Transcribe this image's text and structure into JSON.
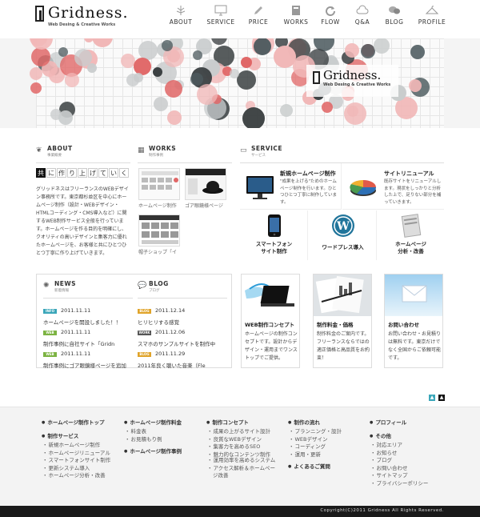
{
  "header": {
    "logo_name": "Gridness.",
    "logo_tagline": "Web Desing & Creative Works",
    "nav": [
      {
        "label": "ABOUT",
        "icon": "tree-icon"
      },
      {
        "label": "SERVICE",
        "icon": "monitor-icon"
      },
      {
        "label": "PRICE",
        "icon": "pencil-icon"
      },
      {
        "label": "WORKS",
        "icon": "book-icon"
      },
      {
        "label": "FLOW",
        "icon": "refresh-icon"
      },
      {
        "label": "Q&A",
        "icon": "cloud-icon"
      },
      {
        "label": "BLOG",
        "icon": "chat-bubbles-icon"
      },
      {
        "label": "PROFILE",
        "icon": "hanger-icon"
      }
    ]
  },
  "hero": {
    "logo_name": "Gridness.",
    "logo_tagline": "Web Desing & Creative Works",
    "colors": {
      "red": "#e06666",
      "pink": "#f1b7b7",
      "slate": "#4d5b5f",
      "gray": "#c9cccd",
      "dark": "#3a3f41"
    }
  },
  "about": {
    "title": "ABOUT",
    "subtitle": "事業概要",
    "catch_chars": [
      "共",
      "に",
      "作",
      "り",
      "上",
      "げ",
      "て",
      "い",
      "く"
    ],
    "text": "グリッドネスはフリーランスのWEBデザイン事務所です。東京都杉並区を中心にホームページ制作（設計・WEBデザイン・HTMLコーディング・CMS導入など）に関するWEB制作サービス全般を行っています。ホームページを作る目的を明確にし、クオリティの高いデザインと集客力に優れたホームページを、お客様と共にひとつひとつ丁寧に作り上げていきます。"
  },
  "works": {
    "title": "WORKS",
    "subtitle": "制作事例",
    "items": [
      {
        "caption": "ホームページ制作"
      },
      {
        "caption": "ゴア眼鏡様ページ"
      },
      {
        "caption": "帽子ショップ「イ"
      }
    ]
  },
  "service": {
    "title": "SERVICE",
    "subtitle": "サービス",
    "primary": [
      {
        "title": "新規ホームページ制作",
        "desc": "\"成果を上げる\"ためのホームページ制作を行います。ひとつひとつ丁寧に制作しています。"
      },
      {
        "title": "サイトリニューアル",
        "desc": "既存サイトをリニューアルします。現状をしっかりと分析した上で、足りない部分を補っていきます。"
      }
    ],
    "secondary": [
      {
        "line1": "スマートフォン",
        "line2": "サイト制作"
      },
      {
        "line1": "ワードプレス導入",
        "line2": ""
      },
      {
        "line1": "ホームページ",
        "line2": "分析・改善"
      }
    ]
  },
  "news": {
    "title": "NEWS",
    "subtitle": "新着情報",
    "items": [
      {
        "badge": "INFO",
        "badge_color": "#3aa6b9",
        "date": "2011.11.11",
        "text": "ホームページを開設しました！！"
      },
      {
        "badge": "WEB",
        "badge_color": "#7cb342",
        "date": "2011.11.11",
        "text": "制作事例に自社サイト「Gridn"
      },
      {
        "badge": "WEB",
        "badge_color": "#7cb342",
        "date": "2011.11.11",
        "text": "制作事例にゴア眼鏡様ページを追加"
      }
    ]
  },
  "blog": {
    "title": "BLOG",
    "subtitle": "ブログ",
    "items": [
      {
        "badge": "BLOG",
        "badge_color": "#e0a42a",
        "date": "2011.12.14",
        "text": "ヒリヒリする感覚"
      },
      {
        "badge": "WORK",
        "badge_color": "#555555",
        "date": "2011.12.06",
        "text": "スマホのサンプルサイトを制作中"
      },
      {
        "badge": "BLOG",
        "badge_color": "#e0a42a",
        "date": "2011.11.29",
        "text": "2011年良く聴いた音楽（Fle"
      }
    ]
  },
  "cards": [
    {
      "title": "WEB制作コンセプト",
      "desc": "ホームページの制作コンセプトです。設計からデザイン・運用までワンストップでご提供。"
    },
    {
      "title": "制作料金・価格",
      "desc": "制作料金のご案内です。フリーランスならではの適正価格と高品質をお約束！"
    },
    {
      "title": "お問い合わせ",
      "desc": "お問い合わせ・お見積りは無料です。東京だけでなく全国からご依頼可能です。"
    }
  ],
  "footer": {
    "col1": {
      "heads": [
        "ホームページ制作トップ",
        "制作サービス"
      ],
      "links": [
        "新規ホームページ制作",
        "ホームページリニューアル",
        "スマートフォンサイト制作",
        "更新システム導入",
        "ホームページ分析・改善"
      ]
    },
    "col2": {
      "heads": [
        "ホームページ制作料金",
        "ホームページ制作事例"
      ],
      "links": [
        "料金表",
        "お見積もり例"
      ]
    },
    "col3": {
      "heads": [
        "制作コンセプト"
      ],
      "links": [
        "成果の上がるサイト設計",
        "良質なWEBデザイン",
        "集客力を高めるSEO",
        "魅力的なコンテンツ制作",
        "運用効率を高めるシステム",
        "アクセス解析＆ホームページ改善"
      ]
    },
    "col4": {
      "heads": [
        "制作の流れ",
        "よくあるご質問"
      ],
      "links": [
        "プランニング・設計",
        "WEBデザイン",
        "コーディング",
        "運用・更新"
      ]
    },
    "col5": {
      "heads": [
        "プロフィール",
        "その他"
      ],
      "links": [
        "対応エリア",
        "お知らせ",
        "ブログ",
        "お問い合わせ",
        "サイトマップ",
        "プライバシーポリシー"
      ]
    },
    "copyright": "Copyright(C)2011 Gridness All Rights Reserved."
  }
}
